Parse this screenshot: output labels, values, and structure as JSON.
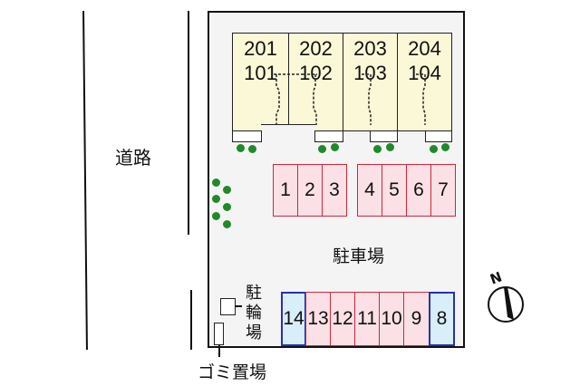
{
  "road": {
    "label": "道路"
  },
  "building": {
    "units": [
      {
        "upper": "201",
        "lower": "101"
      },
      {
        "upper": "202",
        "lower": "102"
      },
      {
        "upper": "203",
        "lower": "103"
      },
      {
        "upper": "204",
        "lower": "104"
      }
    ],
    "fill_color": "#fbf8d8"
  },
  "parking": {
    "label": "駐車場",
    "top_row_left": [
      "1",
      "2",
      "3"
    ],
    "top_row_right": [
      "4",
      "5",
      "6",
      "7"
    ],
    "bottom_row": [
      {
        "num": "14",
        "type": "blue"
      },
      {
        "num": "13",
        "type": "red"
      },
      {
        "num": "12",
        "type": "red"
      },
      {
        "num": "11",
        "type": "red"
      },
      {
        "num": "10",
        "type": "red"
      },
      {
        "num": "9",
        "type": "red"
      },
      {
        "num": "8",
        "type": "blue"
      }
    ],
    "colors": {
      "standard_fill": "#fbe1e6",
      "standard_border": "#d0263a",
      "special_fill": "#d8eef8",
      "special_border": "#2a2fb0"
    }
  },
  "bicycle_parking": {
    "label_chars": [
      "駐",
      "輪",
      "場"
    ]
  },
  "garbage": {
    "label": "ゴミ置場"
  },
  "compass": {
    "label": "N"
  },
  "tree_color": "#1f8a2a"
}
